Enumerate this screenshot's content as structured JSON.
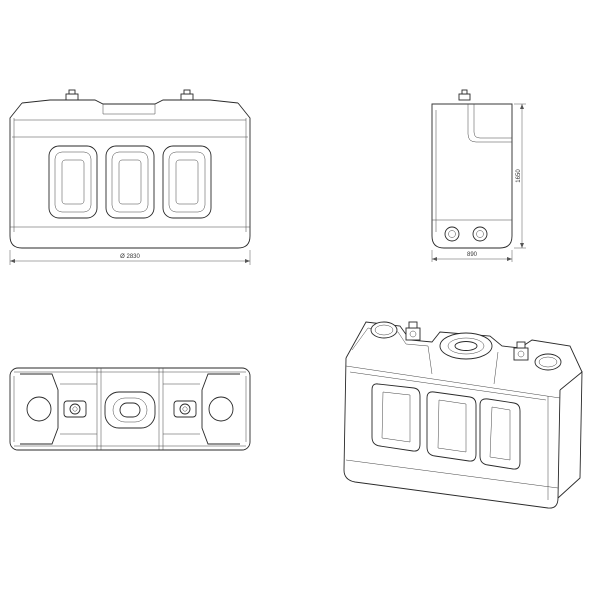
{
  "dimensions": {
    "front_width_label": "Ø 2830",
    "side_width_label": "890",
    "side_height_label": "1650"
  },
  "colors": {
    "line": "#2a2a2a",
    "background": "#ffffff"
  }
}
